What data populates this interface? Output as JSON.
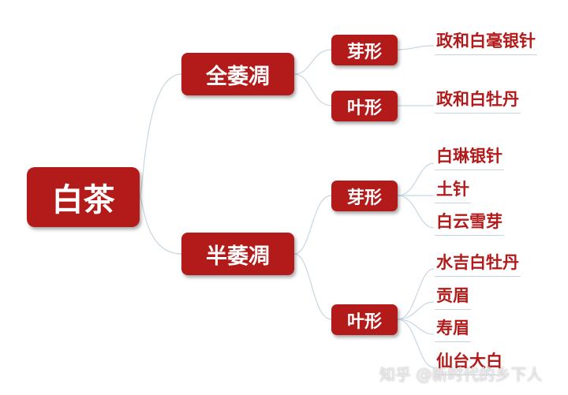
{
  "root": {
    "label": "白茶"
  },
  "branches": [
    {
      "label": "全萎凋",
      "children": [
        {
          "label": "芽形",
          "leaves": [
            "政和白毫银针"
          ]
        },
        {
          "label": "叶形",
          "leaves": [
            "政和白牡丹"
          ]
        }
      ]
    },
    {
      "label": "半萎凋",
      "children": [
        {
          "label": "芽形",
          "leaves": [
            "白琳银针",
            "土针",
            "白云雪芽"
          ]
        },
        {
          "label": "叶形",
          "leaves": [
            "水吉白牡丹",
            "贡眉",
            "寿眉",
            "仙台大白"
          ]
        }
      ]
    }
  ],
  "watermark": "知乎 @新时代的乡下人",
  "colors": {
    "node_fill": "#b31b1b",
    "node_text": "#ffffff",
    "leaf_text": "#b31b1b",
    "connector": "#c8d6e2"
  }
}
